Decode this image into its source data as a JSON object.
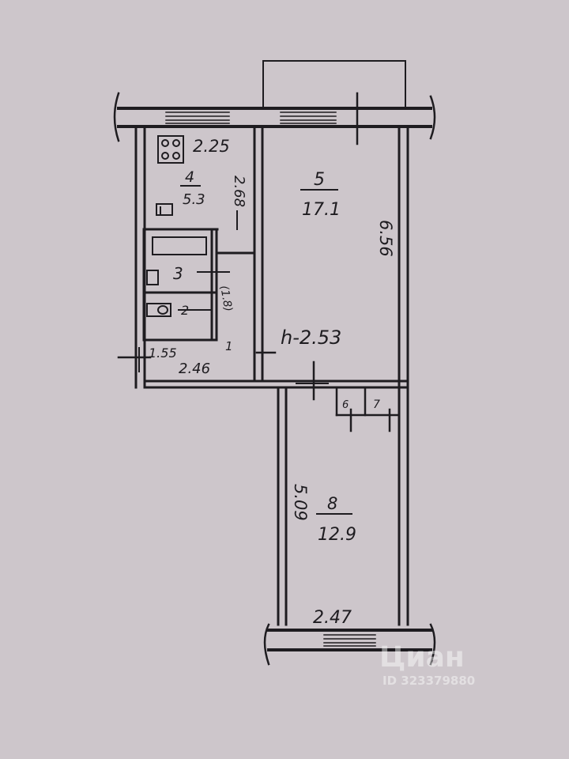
{
  "rooms": {
    "kitchen": {
      "number": "4",
      "area": "5.3",
      "width": "2.25",
      "length": "2.68"
    },
    "bathroom": {
      "number": "3"
    },
    "toilet": {
      "number": "2"
    },
    "hallway": {
      "number": "1",
      "area": "2.46",
      "width": "1.55",
      "length": "(1.8)"
    },
    "living_room": {
      "number": "5",
      "area": "17.1",
      "length": "6.56"
    },
    "ceiling_height": "h-2.53",
    "closet_a": {
      "number": "6"
    },
    "closet_b": {
      "number": "7"
    },
    "bedroom": {
      "number": "8",
      "area": "12.9",
      "length": "5.09",
      "width": "2.47"
    }
  },
  "watermark": {
    "brand": "Циан",
    "listing_id": "ID 323379880"
  },
  "colors": {
    "paper": "#cdc6cb",
    "ink": "#1e1c20",
    "watermark": "#ffffff"
  }
}
